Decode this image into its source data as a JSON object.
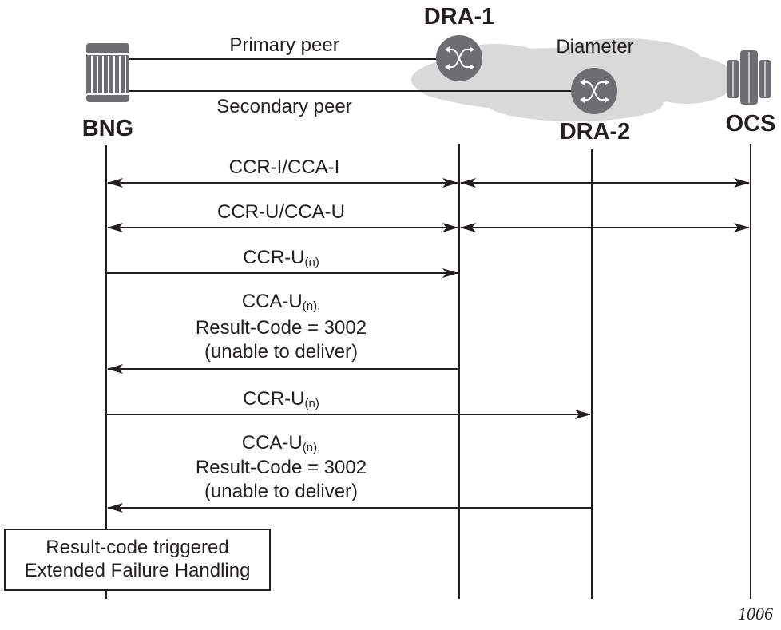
{
  "diagram": {
    "type": "sequence-diagram",
    "figure_number": "1006",
    "cloud_label": "Diameter",
    "nodes": [
      {
        "id": "bng",
        "label": "BNG"
      },
      {
        "id": "dra1",
        "label": "DRA-1"
      },
      {
        "id": "dra2",
        "label": "DRA-2"
      },
      {
        "id": "ocs",
        "label": "OCS"
      }
    ],
    "peer_links": [
      {
        "from": "bng",
        "to": "dra1",
        "label": "Primary peer"
      },
      {
        "from": "bng",
        "to": "dra2",
        "label": "Secondary peer"
      }
    ],
    "messages": [
      {
        "from": "bng",
        "to": "dra1",
        "direction": "both",
        "lines": [
          "CCR-I/CCA-I"
        ],
        "continues_to": "ocs"
      },
      {
        "from": "bng",
        "to": "dra1",
        "direction": "both",
        "lines": [
          "CCR-U/CCA-U"
        ],
        "continues_to": "ocs"
      },
      {
        "from": "bng",
        "to": "dra1",
        "direction": "forward",
        "main": "CCR-U",
        "subscript": "(n)",
        "lines": []
      },
      {
        "from": "dra1",
        "to": "bng",
        "direction": "forward",
        "main": "CCA-U",
        "subscript": "(n),",
        "lines": [
          "Result-Code = 3002",
          "(unable to deliver)"
        ]
      },
      {
        "from": "bng",
        "to": "dra2",
        "direction": "forward",
        "main": "CCR-U",
        "subscript": "(n)",
        "lines": []
      },
      {
        "from": "dra2",
        "to": "bng",
        "direction": "forward",
        "main": "CCA-U",
        "subscript": "(n),",
        "lines": [
          "Result-Code = 3002",
          "(unable to deliver)"
        ]
      }
    ],
    "action_box": {
      "on": "bng",
      "lines": [
        "Result-code triggered",
        "Extended Failure Handling"
      ]
    },
    "colors": {
      "line": "#231f20",
      "icon": "#6d6e71",
      "cloud": "#d9d9d9"
    }
  }
}
